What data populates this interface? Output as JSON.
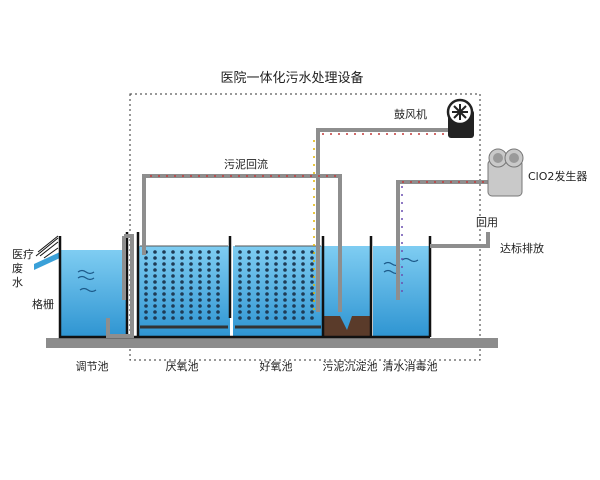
{
  "title": "医院一体化污水处理设备",
  "labels": {
    "inlet": "医疗废水",
    "grille": "格栅",
    "blower": "鼓风机",
    "sludge_return": "污泥回流",
    "clo2": "ClO2发生器",
    "reuse": "回用",
    "discharge": "达标排放"
  },
  "tanks": [
    "调节池",
    "厌氧池",
    "好氧池",
    "污泥沉淀池",
    "清水消毒池"
  ],
  "colors": {
    "water": "#3aa0d8",
    "water_light": "#6cc3ee",
    "pipe": "#8e8e8e",
    "ground": "#8c8c8c",
    "wall": "#111111",
    "sludge": "#5a3b2a"
  }
}
